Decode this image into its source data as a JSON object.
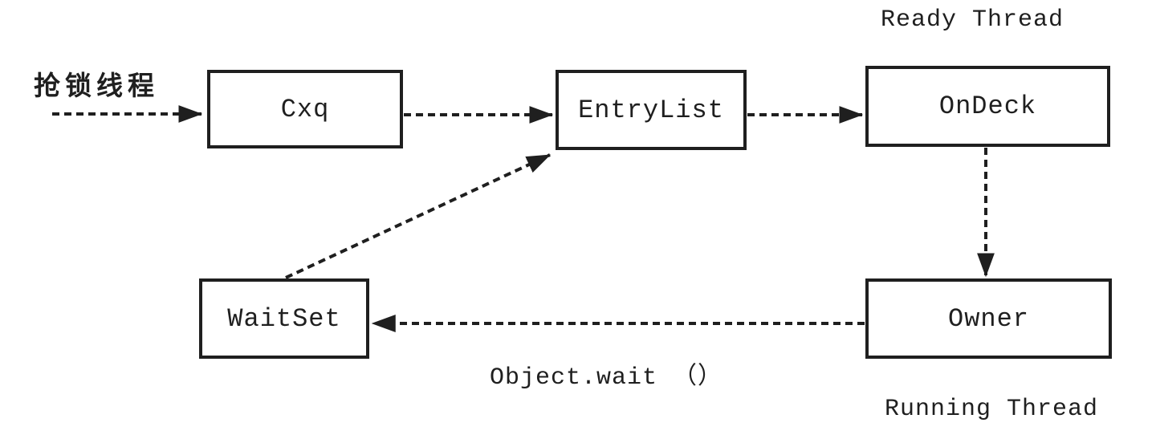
{
  "diagram": {
    "background_color": "#ffffff",
    "stroke_color": "#1f1f1f",
    "line_style": "dashed",
    "nodes": {
      "cxq": {
        "label": "Cxq"
      },
      "entrylist": {
        "label": "EntryList"
      },
      "ondeck": {
        "label": "OnDeck"
      },
      "owner": {
        "label": "Owner"
      },
      "waitset": {
        "label": "WaitSet"
      }
    },
    "labels": {
      "grab_lock_thread": "抢锁线程",
      "ready_thread": "Ready Thread",
      "running_thread": "Running Thread",
      "object_wait": "Object.wait （）"
    },
    "edges": [
      {
        "from": "抢锁线程",
        "to": "Cxq",
        "style": "dashed-arrow"
      },
      {
        "from": "Cxq",
        "to": "EntryList",
        "style": "dashed-arrow"
      },
      {
        "from": "EntryList",
        "to": "OnDeck",
        "style": "dashed-arrow"
      },
      {
        "from": "OnDeck",
        "to": "Owner",
        "style": "dashed-arrow"
      },
      {
        "from": "Owner",
        "to": "WaitSet",
        "style": "dashed-arrow",
        "label": "Object.wait （）"
      },
      {
        "from": "WaitSet",
        "to": "EntryList",
        "style": "dashed-arrow"
      }
    ]
  }
}
